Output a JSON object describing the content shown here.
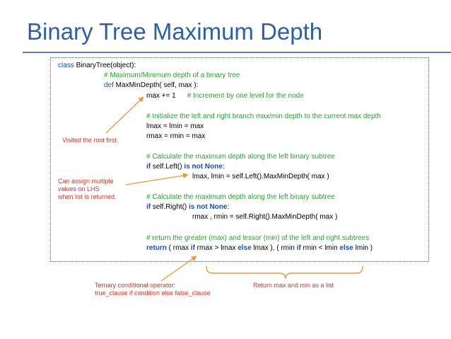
{
  "title": "Binary Tree Maximum Depth",
  "code": {
    "l1": {
      "kw": "class",
      "rest": " BinaryTree(object):"
    },
    "l2": "# Maximum/Minimum depth of a binary tree",
    "l3": {
      "kw": "def",
      "rest": " MaxMinDepth( self, max ):"
    },
    "l4": {
      "code": "max += 1",
      "comment": "# Increment by one level for the node"
    },
    "l5": "# Initialize the left and right branch max/min depth to the current max depth",
    "l6": "lmax = lmin  = max",
    "l7": "rmax = rmin = max",
    "l8": "# Calculate the maximum depth along the left binary subtree",
    "l9": {
      "kw1": "if",
      "mid": " self.Left() ",
      "kw2": "is not None",
      "end": ":"
    },
    "l10": "lmax, lmin = self.Left().MaxMinDepth( max )",
    "l11": "# Calculate the maximum depth along the left binary subtree",
    "l12": {
      "kw1": "if",
      "mid": " self.Right() ",
      "kw2": "is not None",
      "end": ":"
    },
    "l13": "rmax , rmin = self.Right().MaxMinDepth( max )",
    "l14": "# return the greater (max) and lessor (min) of the left and right subtrees",
    "l15": {
      "kw_return": "return",
      "a": " ( rmax ",
      "if1": "if",
      "b": " rmax > lmax ",
      "else1": "else",
      "c": " lmax ), ( rmin ",
      "if2": "if",
      "d": " rmin < lmin ",
      "else2": "else",
      "e": " lmin )"
    }
  },
  "annotations": {
    "visited_root": "Visited the root first.",
    "assign_multi": [
      "Can assign multiple",
      "values on LHS",
      "when list is returned."
    ],
    "ternary": [
      "Ternary conditional operator:",
      "true_clause if condition else false_clause"
    ],
    "return_list": "Return max and min as a list"
  },
  "colors": {
    "title": "#2e5fa3",
    "keyword": "#1f4fa0",
    "comment": "#2f9a3a",
    "annotation": "#c0392b",
    "arrow": "#e39b3a"
  }
}
